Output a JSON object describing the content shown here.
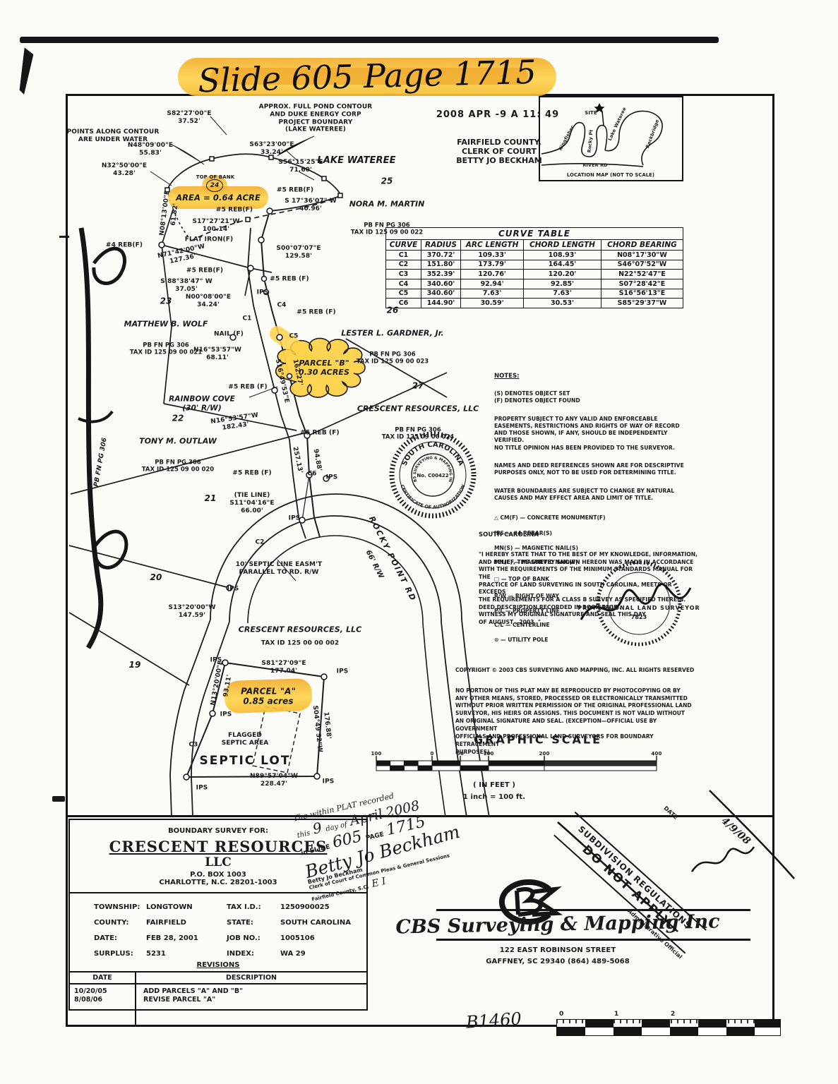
{
  "page": {
    "handwritten_title": "Slide 605 Page 1715",
    "footer_code": "B1460"
  },
  "clerk_stamp": {
    "line0": "2008 APR -9  A 11: 49",
    "line1": "FAIRFIELD COUNTY,",
    "line2": "CLERK OF COURT",
    "line3": "BETTY JO BECKHAM"
  },
  "location_map": {
    "site": "SITE",
    "kingfisher": "Kingfisher",
    "rocky_pt": "Rocky Pt",
    "lake_wateree": "Lake Wateree",
    "rockbridge": "Rockbridge",
    "river_rd": "RIVER RD",
    "caption": "LOCATION MAP (NOT TO SCALE)"
  },
  "curve_table": {
    "title": "CURVE TABLE",
    "headers": [
      "CURVE",
      "RADIUS",
      "ARC LENGTH",
      "CHORD LENGTH",
      "CHORD BEARING"
    ],
    "rows": [
      [
        "C1",
        "370.72'",
        "109.33'",
        "108.93'",
        "N08°17'30\"W"
      ],
      [
        "C2",
        "151.80'",
        "173.79'",
        "164.45'",
        "S46°07'52\"W"
      ],
      [
        "C3",
        "352.39'",
        "120.76'",
        "120.20'",
        "N22°52'47\"E"
      ],
      [
        "C4",
        "340.60'",
        "92.94'",
        "92.85'",
        "S07°28'42\"E"
      ],
      [
        "C5",
        "340.60'",
        "7.63'",
        "7.63'",
        "S16°56'13\"E"
      ],
      [
        "C6",
        "144.90'",
        "30.59'",
        "30.53'",
        "S85°29'37\"W"
      ]
    ]
  },
  "labels": {
    "approx_pond": "APPROX. FULL POND CONTOUR\nAND DUKE ENERGY CORP\nPROJECT BOUNDARY\n(LAKE WATEREE)",
    "points_contour": "POINTS ALONG CONTOUR\nARE UNDER WATER",
    "b1": "S82°27'00\"E\n37.52'",
    "b2": "N48°09'00\"E\n55.83'",
    "b3": "N32°50'00\"E\n43.28'",
    "b4": "S63°23'00\"E\n33.24'",
    "b5": "S56°15'25\"E\n71.60'",
    "lake_wateree": "LAKE WATEREE",
    "top_of_bank": "TOP OF BANK",
    "lot24": "24",
    "area_064": "AREA = 0.64 ACRE",
    "reb5": "#5 REB(F)",
    "reb5s": "#5 REB (F)",
    "reb4": "#4 REB(F)",
    "ips": "IPS",
    "nail_f": "NAIL (F)",
    "flat_iron": "FLAT IRON(F)",
    "b6": "S 17°36'07\" W\n40.96'",
    "b7": "S17°27'21\"W\n100.14'",
    "b8_rot": "N08°13'00\"E",
    "b8_dist": "61.82'",
    "b9": "N71°42'00\"W\n127.36'",
    "b10": "S00°07'07\"E\n129.58'",
    "b11": "S 88°38'47\" W\n37.05'",
    "b12": "N00°08'00\"E\n34.24'",
    "b13": "N16°53'57\"W\n68.11'",
    "b14_rot": "S16°49'53\"E",
    "b14_dist": "162.27'",
    "b15": "N16°53'57\"W\n182.43'",
    "b16": "S13°20'00\"W\n147.59'",
    "b17": "S81°27'09\"E\n177.04'",
    "b18_rot": "N13°20'00\"E",
    "b18_dist": "93.11'",
    "b19_rot": "S04°49'52\"W",
    "b19_dist": "176.88'",
    "b20": "N89°57'04\"W\n228.47'",
    "c1": "C1",
    "c2": "C2",
    "c3": "C3",
    "c4": "C4",
    "c5": "C5",
    "c6": "C6",
    "parcel_b": "PARCEL \"B\"\n0.30 ACRES",
    "parcel_a": "PARCEL \"A\"\n0.85 acres",
    "rainbow_cove": "RAINBOW COVE\n(30' R/W)",
    "rocky_point_rd": "ROCKY POINT RD",
    "rw66": "66' R/W",
    "tie_line": "(TIE LINE)\nS11°04'16\"E\n66.00'",
    "septic_easement": "10' SEPTIC LINE EASM'T\nPARALLEL TO RD. R/W",
    "d257": "257.13'",
    "d94": "94.88'",
    "p19": "19",
    "p20": "20",
    "p21": "21",
    "crescent_main": "CRESCENT RESOURCES, LLC",
    "crescent_main_tax": "TAX ID 125 00 00 002",
    "flagged_septic": "FLAGGED\nSEPTIC AREA",
    "septic_lot": "SEPTIC LOT",
    "pb_fn_vert": "PB FN PG 306"
  },
  "parcels": {
    "p25": {
      "no": "25",
      "nm": "NORA M. MARTIN",
      "m": "PB FN PG 306\nTAX ID 125 09 00 022"
    },
    "p23": {
      "no": "23",
      "nm": "MATTHEW B. WOLF",
      "m": "PB FN PG 306\nTAX ID 125 09 00 021"
    },
    "p26": {
      "no": "26",
      "nm": "LESTER L. GARDNER, Jr.",
      "m": "PB FN PG 306\nTAX ID 125 09 00 023"
    },
    "p27": {
      "no": "27",
      "nm": "CRESCENT RESOURCES, LLC",
      "m": "PB FN PG 306\nTAX ID 125 09 00 024"
    },
    "p22": {
      "no": "22",
      "nm": "TONY M. OUTLAW",
      "m": "PB FN PG 306\nTAX ID 125 09 00 020"
    }
  },
  "notes": {
    "heading": "NOTES:",
    "n1": "(S) DENOTES OBJECT SET\n(F) DENOTES OBJECT FOUND",
    "n2": "PROPERTY SUBJECT TO ANY VALID AND ENFORCEABLE\nEASEMENTS, RESTRICTIONS AND RIGHTS OF WAY OF RECORD\nAND THOSE SHOWN, IF ANY, SHOULD BE INDEPENDENTLY VERIFIED.\nNO TITLE OPINION HAS BEEN PROVIDED TO THE SURVEYOR.",
    "n3": "NAMES AND DEED REFERENCES SHOWN ARE FOR DESCRIPTIVE\nPURPOSES ONLY, NOT TO BE USED FOR DETERMINING TITLE.",
    "n4": "WATER BOUNDARIES ARE SUBJECT TO CHANGE BY NATURAL\nCAUSES AND MAY EFFECT AREA AND LIMIT OF TITLE.",
    "l1": "△   CM(F) — CONCRETE MONUMENT(F)",
    "l2": "IPS — #4 REBAR(S)",
    "l3": "MN(S) — MAGNETIC NAIL(S)",
    "l4": "MN(F) — MAGNETIC NAIL(F)",
    "l5": "□  — TOP OF BANK",
    "l6": "R/W — RIGHT OF WAY",
    "l7": "P/L — PROPERTY LINE",
    "l8": "C/L — CENTERLINE",
    "l9": "⊙ — UTILITY POLE"
  },
  "auth_seal": {
    "arc_top": "SOUTH CAROLINA",
    "arc_bottom": "CERTIFICATE OF AUTHORIZATION",
    "inner_arc": "CBS SURVEYING & MAPPING INC",
    "number": "No. C00422"
  },
  "certification": {
    "state": "SOUTH CAROLINA",
    "body": "\"I HEREBY STATE THAT TO THE BEST OF MY KNOWLEDGE, INFORMATION,\nAND BELIEF, THE SURVEY SHOWN HEREON WAS MADE IN ACCORDANCE\nWITH THE REQUIREMENTS OF THE MINIMUM STANDARDS MANUAL FOR THE\nPRACTICE OF LAND SURVEYING IN SOUTH CAROLINA, MEETS OR EXCEEDS\nTHE REQUIREMENTS FOR A CLASS B        SURVEY AS SPECIFIED THEREIN.\nDEED DESCRIPTION RECORDED IN BOOK        PAGE       .\nWITNESS MY ORIGINAL SIGNATURE AND SEAL THIS        DAY\nOF AUGUST          , 2003 .\"",
    "seal_title": "PROFESSIONAL LAND SURVEYOR",
    "seal_number": "7823"
  },
  "copyright": {
    "line1": "COPYRIGHT © 2003 CBS SURVEYING AND MAPPING, INC. ALL RIGHTS RESERVED",
    "body": "NO PORTION OF THIS PLAT MAY BE REPRODUCED BY PHOTOCOPYING OR BY\nANY OTHER MEANS, STORED, PROCESSED OR ELECTRONICALLY TRANSMITTED\nWITHOUT PRIOR WRITTEN PERMISSION OF THE ORIGINAL PROFESSIONAL LAND\nSURVEYOR, HIS HEIRS OR ASSIGNS.  THIS DOCUMENT IS NOT VALID WITHOUT\nAN ORIGINAL SIGNATURE AND SEAL.  (EXCEPTION—OFFICIAL USE BY GOVERNMENT\nOFFICIALS AND PROFESSIONAL LAND SURVEYORS FOR BOUNDARY RETRACEMENT\nPURPOSES)."
  },
  "graphic_scale": {
    "title": "GRAPHIC SCALE",
    "ticks": [
      "100",
      "0",
      "50",
      "100",
      "200",
      "400"
    ],
    "in_feet": "( IN FEET )",
    "ratio": "1 inch = 100 ft."
  },
  "recording_note": {
    "l1": "The within PLAT recorded",
    "w1": "this",
    "day": "9",
    "w2": "day of",
    "month": "April",
    "year": "2008",
    "w3": "in SLIDE",
    "slide": "605",
    "w4": "PAGE",
    "pagenum": "1715",
    "signature": "Betty Jo Beckham",
    "stamp1": "Betty Jo Beckham",
    "stamp2": "Clerk of Court of Common Pleas & General Sessions",
    "stamp3": "Fairfield County, S.C.",
    "initials": "E I"
  },
  "subdivision_stamp": {
    "date_label": "DATE",
    "date": "4/9/08",
    "line1": "SUBDIVISION REGULATIONS",
    "line2": "DO NOT APPLY",
    "official": "Administrative Official"
  },
  "title_block": {
    "survey_for": "BOUNDARY SURVEY FOR:",
    "client1": "CRESCENT RESOURCES",
    "client2": "LLC",
    "addr1": "P.O. BOX 1003",
    "addr2": "CHARLOTTE, N.C. 28201-1003",
    "township_label": "TOWNSHIP:",
    "township": "LONGTOWN",
    "county_label": "COUNTY:",
    "county": "FAIRFIELD",
    "date_label": "DATE:",
    "date": "FEB 28, 2001",
    "surplus_label": "SURPLUS:",
    "surplus": "5231",
    "taxid_label": "TAX I.D.:",
    "taxid": "1250900025",
    "state_label": "STATE:",
    "state": "SOUTH CAROLINA",
    "jobno_label": "JOB NO.:",
    "jobno": "1005106",
    "index_label": "INDEX:",
    "index": "WA 29",
    "revisions_title": "REVISIONS",
    "rev_date_header": "DATE",
    "rev_desc_header": "DESCRIPTION",
    "rev_dates": "10/20/05\n8/08/06",
    "rev_descs": "ADD PARCELS \"A\" AND \"B\"\nREVISE PARCEL \"A\""
  },
  "cbs": {
    "script_name": "CBS Surveying & Mapping Inc",
    "addr1": "122 EAST ROBINSON STREET",
    "addr2": "GAFFNEY, SC   29340   (864) 489-5068"
  },
  "ruler": {
    "t0": "0",
    "t1": "1",
    "t2": "2"
  }
}
